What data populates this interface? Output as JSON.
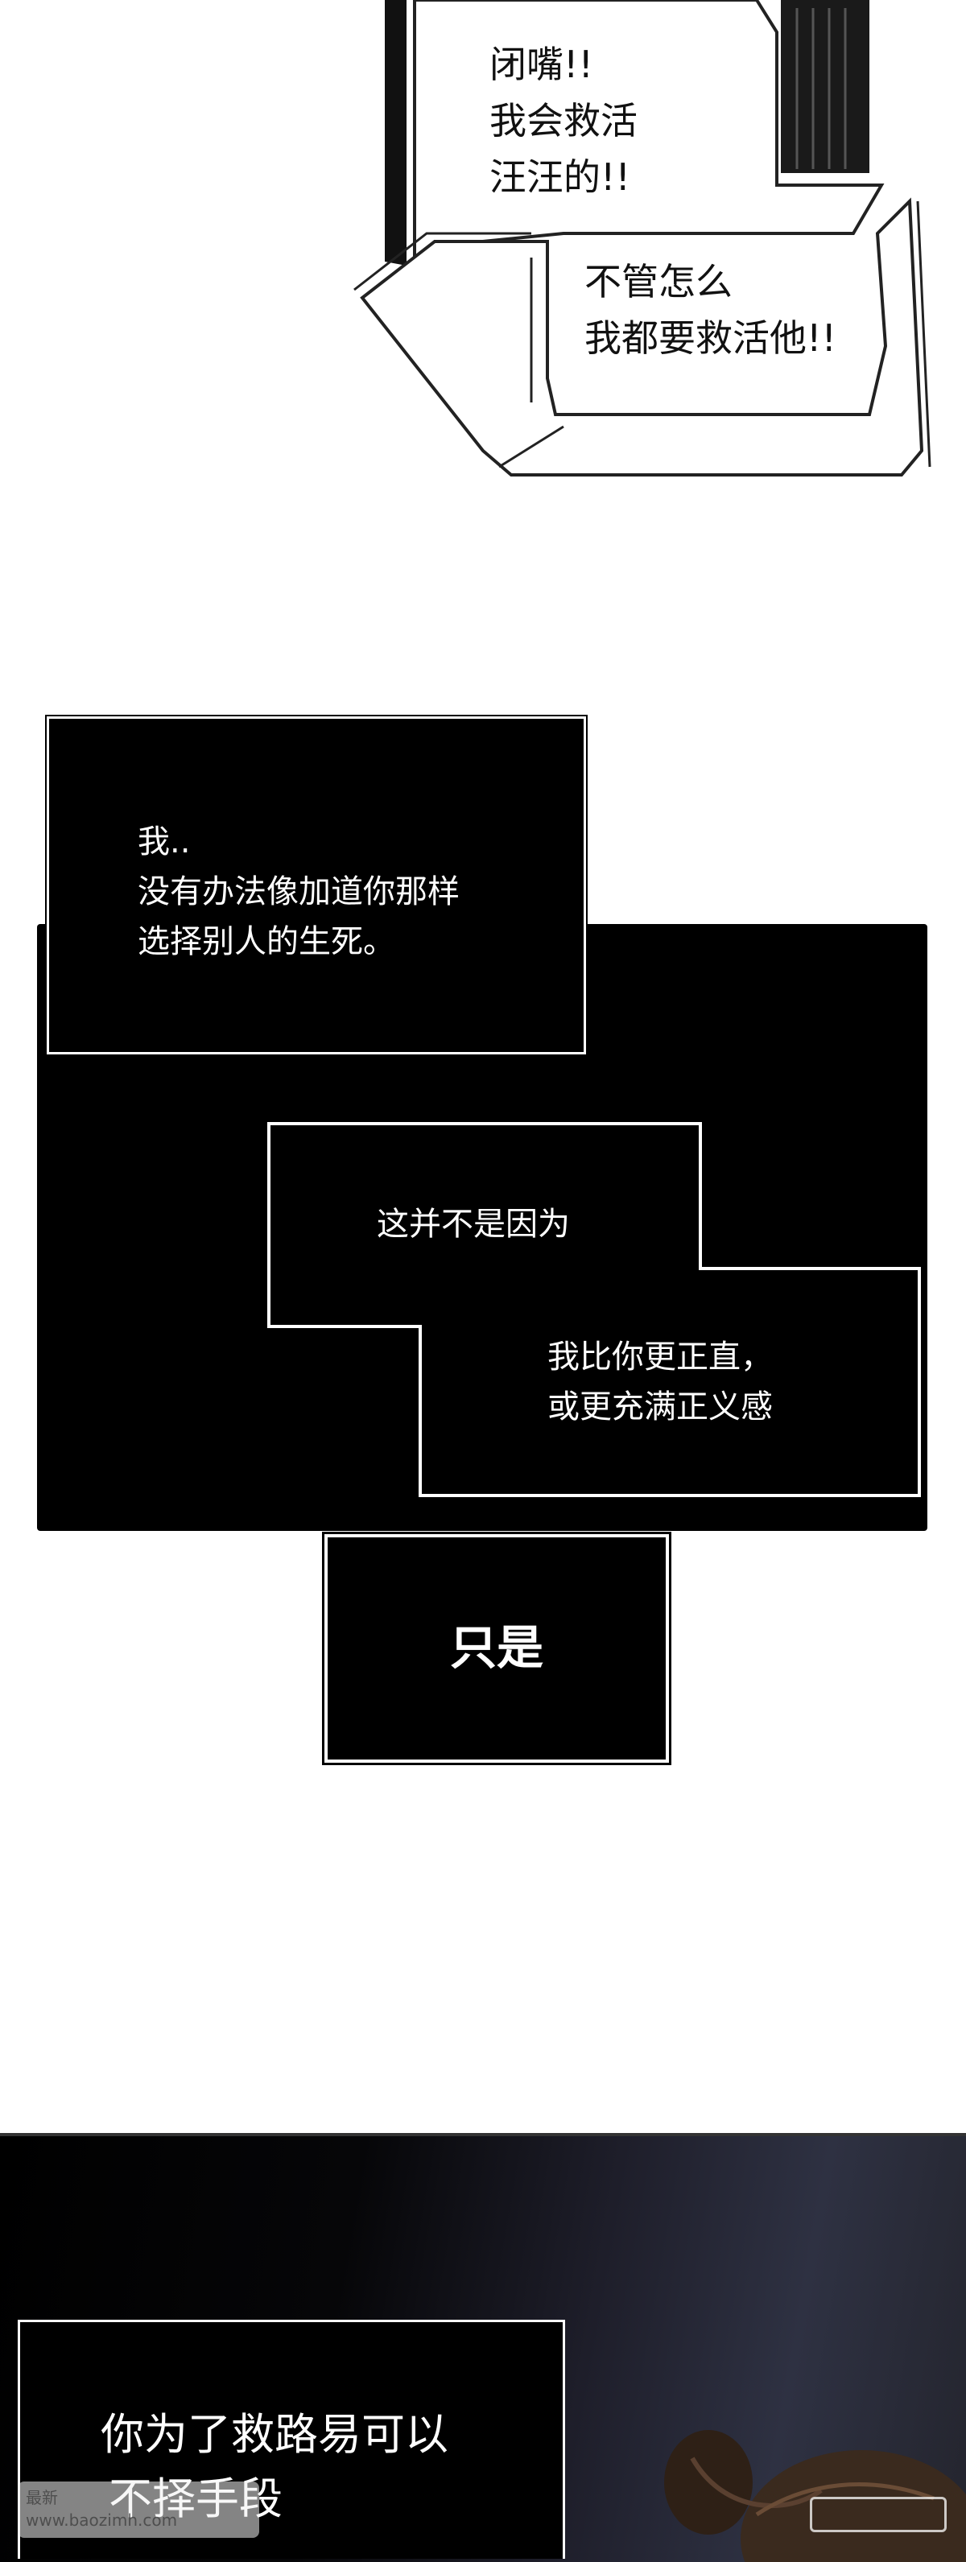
{
  "bubbles": {
    "upper": "闭嘴!!\n我会救活\n汪汪的!!",
    "lower": "不管怎么\n我都要救活他!!"
  },
  "narration": {
    "box1": "我..\n没有办法像加道你那样\n选择别人的生死。",
    "box2": "这并不是因为",
    "box3": "我比你更正直，\n或更充满正义感",
    "box4": "只是",
    "box5_line1": "你为了救路易可以",
    "box5_line2": "不择手段"
  },
  "watermark": {
    "line1": "最新",
    "line2": "www.baozimh.com"
  },
  "colors": {
    "background": "#ffffff",
    "panel": "#000000",
    "text_on_dark": "#ffffff",
    "text_on_light": "#111111"
  }
}
